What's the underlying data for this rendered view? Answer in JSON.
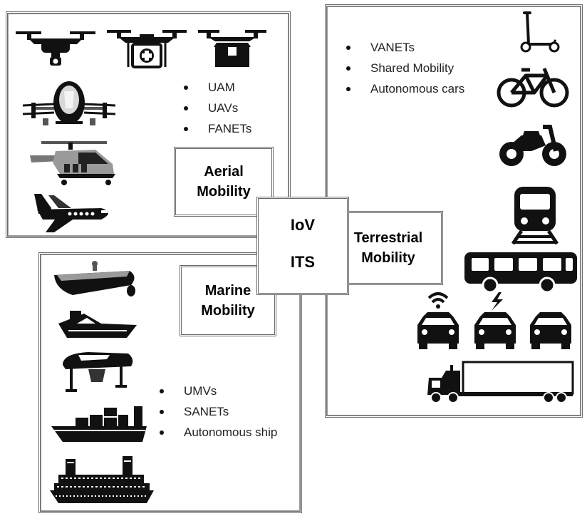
{
  "center": {
    "line1": "IoV",
    "line2": "ITS"
  },
  "aerial": {
    "title_line1": "Aerial",
    "title_line2": "Mobility",
    "items": [
      "UAM",
      "UAVs",
      "FANETs"
    ],
    "icons": [
      "camera-drone-icon",
      "medical-drone-icon",
      "delivery-drone-icon",
      "air-taxi-icon",
      "helicopter-icon",
      "airplane-icon"
    ]
  },
  "terrestrial": {
    "title_line1": "Terrestrial",
    "title_line2": "Mobility",
    "items": [
      "VANETs",
      "Shared Mobility",
      "Autonomous cars"
    ],
    "icons": [
      "scooter-icon",
      "bicycle-icon",
      "motorcycle-icon",
      "train-icon",
      "bus-icon",
      "connected-car-icon",
      "electric-car-icon",
      "car-icon",
      "truck-icon"
    ]
  },
  "marine": {
    "title_line1": "Marine",
    "title_line2": "Mobility",
    "items": [
      "UMVs",
      "SANETs",
      "Autonomous ship"
    ],
    "icons": [
      "unmanned-boat-icon",
      "speedboat-icon",
      "hydrofoil-icon",
      "cargo-ship-icon",
      "cruise-ship-icon"
    ]
  },
  "colors": {
    "border": "#6b6b6b",
    "icon": "#111111"
  }
}
